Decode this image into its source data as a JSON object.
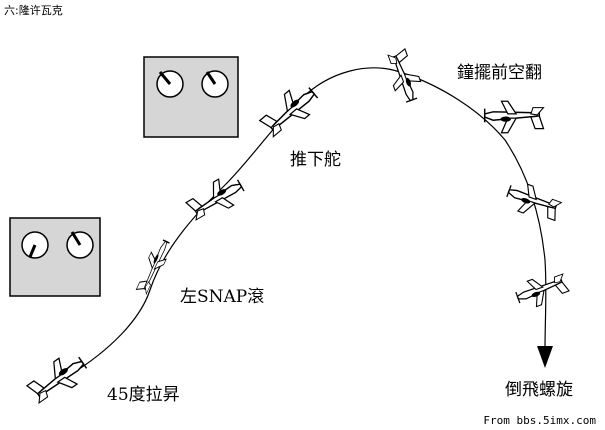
{
  "header": {
    "title": "六:隆许瓦克"
  },
  "labels": {
    "climb": "45度拉昇",
    "snap_roll": "左SNAP滾",
    "push_rudder": "推下舵",
    "stall_turn": "鐘擺前空翻",
    "inverted_spin": "倒飛螺旋"
  },
  "watermark": "From bbs.5imx.com",
  "colors": {
    "panel_fill": "#d6d6d6",
    "line": "#000000",
    "airplane_fill": "#ffffff"
  }
}
